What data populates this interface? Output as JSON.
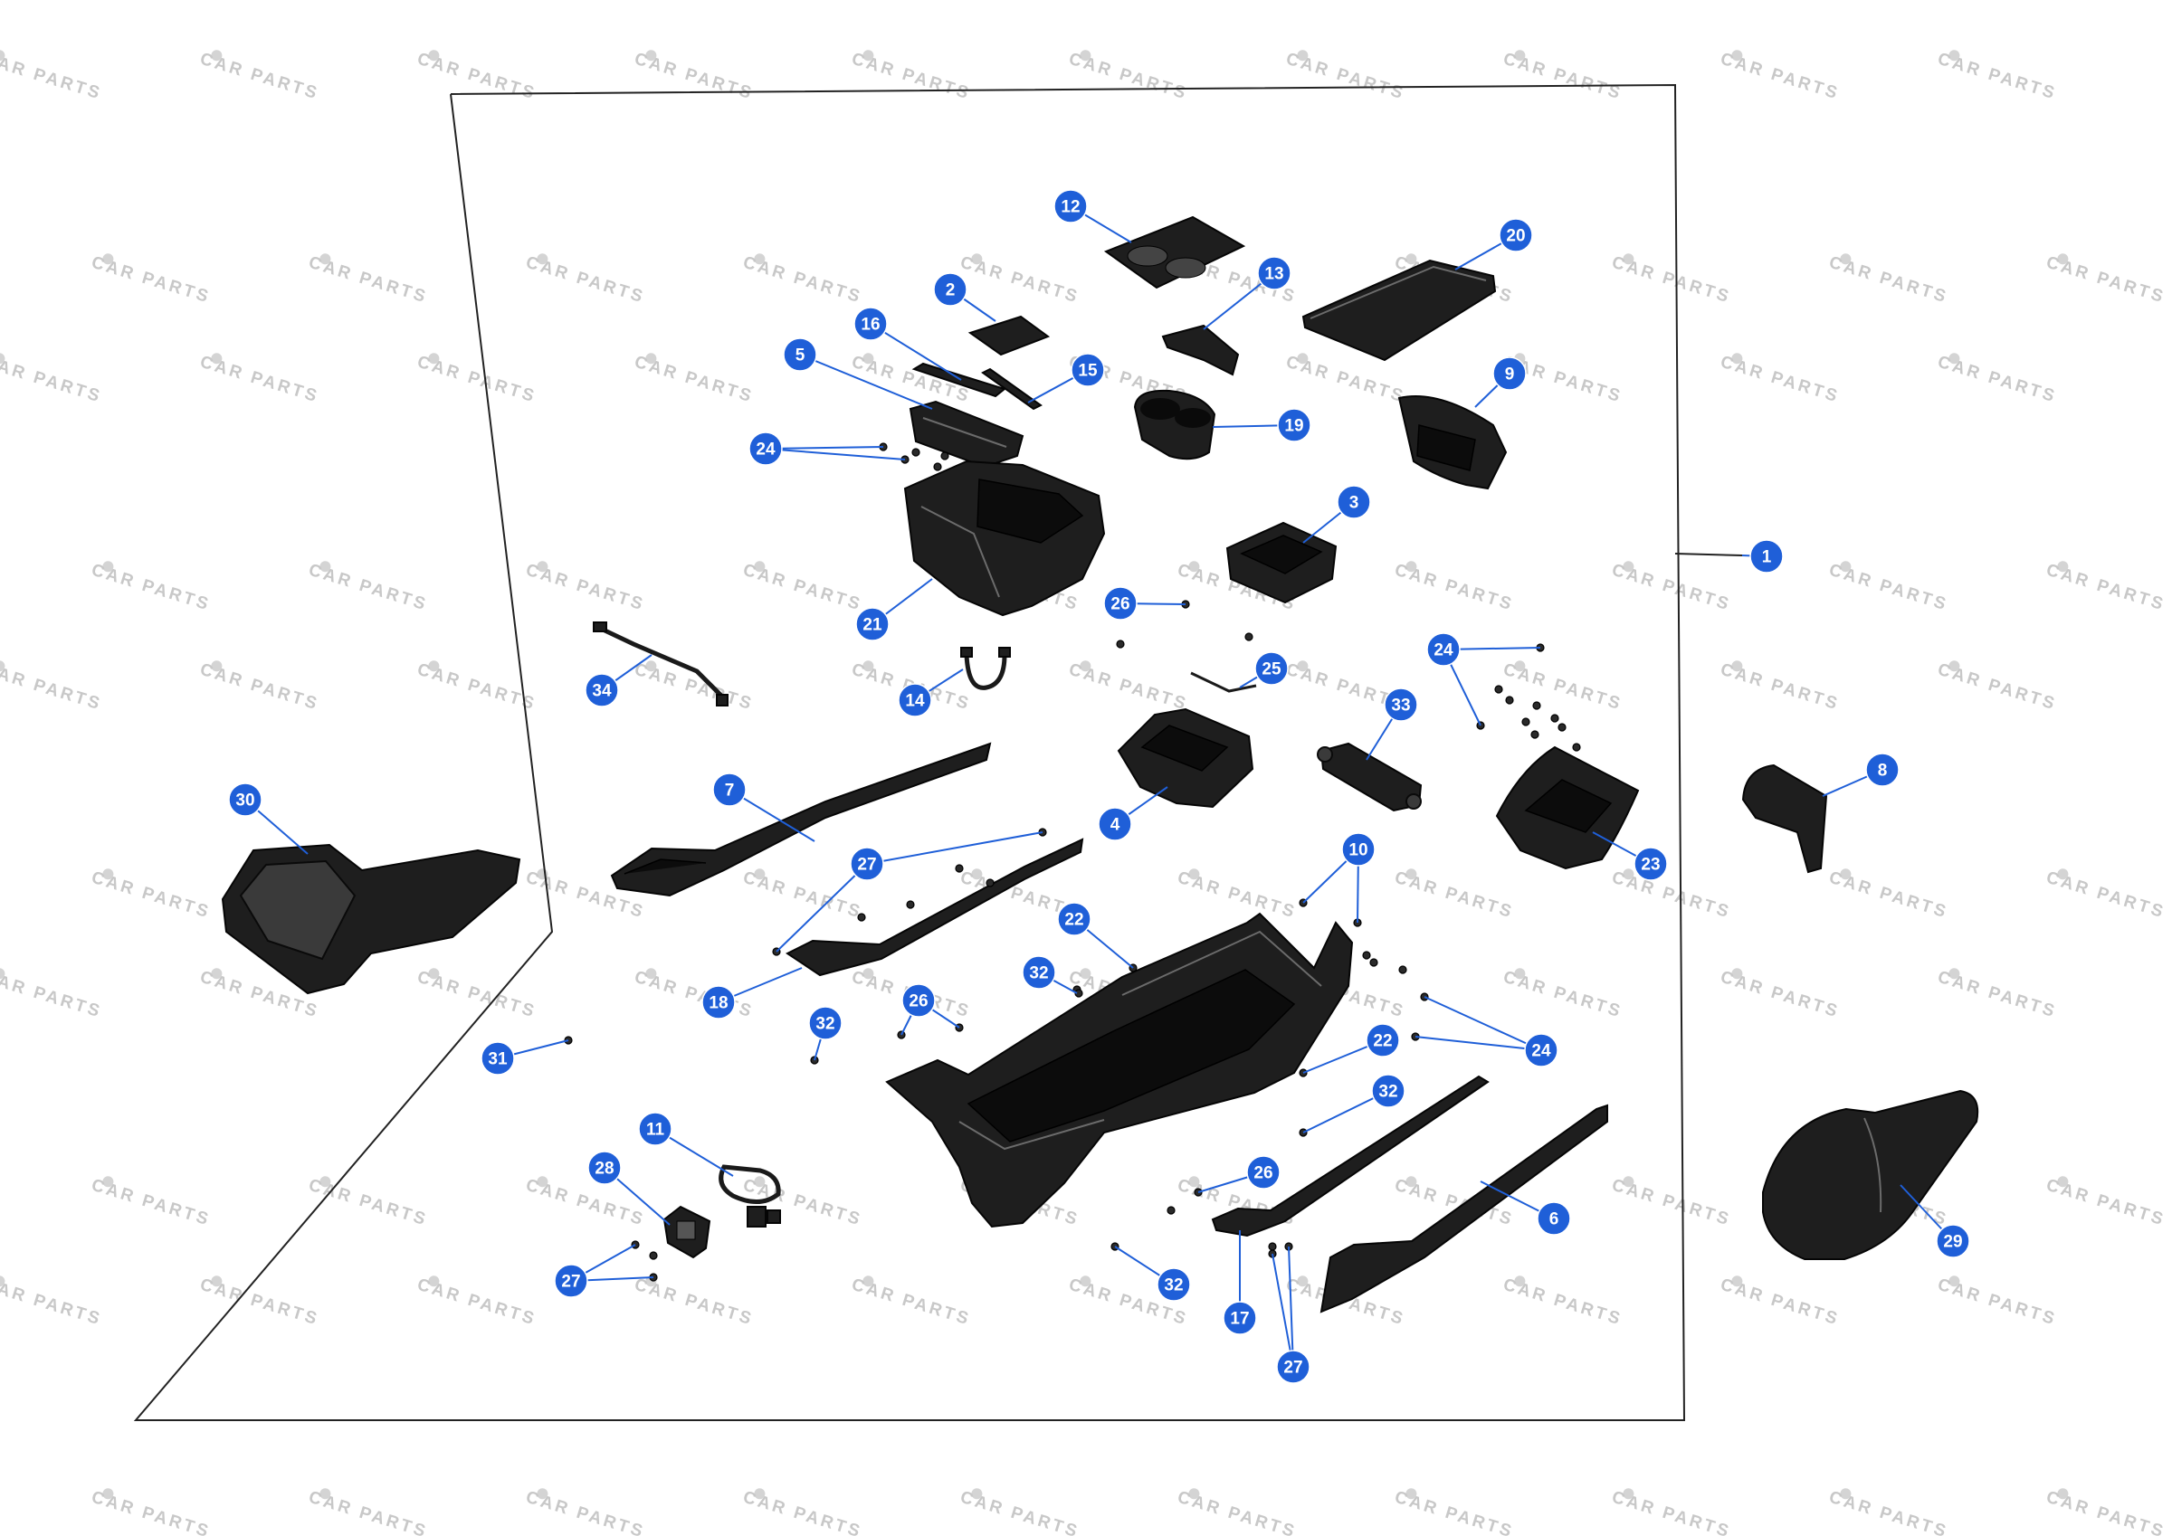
{
  "watermark": {
    "text": "CAR PARTS",
    "color": "#c8c8c8"
  },
  "colors": {
    "callout_fill": "#1f5fd8",
    "callout_text": "#ffffff",
    "leader_line": "#1f5fd8",
    "frame_line": "#222222",
    "part_fill": "#1e1e1e"
  },
  "callouts": [
    {
      "id": "c1",
      "label": "1"
    },
    {
      "id": "c2",
      "label": "2"
    },
    {
      "id": "c3",
      "label": "3"
    },
    {
      "id": "c4",
      "label": "4"
    },
    {
      "id": "c5",
      "label": "5"
    },
    {
      "id": "c6",
      "label": "6"
    },
    {
      "id": "c7",
      "label": "7"
    },
    {
      "id": "c8",
      "label": "8"
    },
    {
      "id": "c9",
      "label": "9"
    },
    {
      "id": "c10",
      "label": "10"
    },
    {
      "id": "c11",
      "label": "11"
    },
    {
      "id": "c12",
      "label": "12"
    },
    {
      "id": "c13",
      "label": "13"
    },
    {
      "id": "c14",
      "label": "14"
    },
    {
      "id": "c15",
      "label": "15"
    },
    {
      "id": "c16",
      "label": "16"
    },
    {
      "id": "c17",
      "label": "17"
    },
    {
      "id": "c18",
      "label": "18"
    },
    {
      "id": "c19",
      "label": "19"
    },
    {
      "id": "c20",
      "label": "20"
    },
    {
      "id": "c21",
      "label": "21"
    },
    {
      "id": "c22a",
      "label": "22"
    },
    {
      "id": "c22b",
      "label": "22"
    },
    {
      "id": "c23",
      "label": "23"
    },
    {
      "id": "c24a",
      "label": "24"
    },
    {
      "id": "c24b",
      "label": "24"
    },
    {
      "id": "c24c",
      "label": "24"
    },
    {
      "id": "c25",
      "label": "25"
    },
    {
      "id": "c26a",
      "label": "26"
    },
    {
      "id": "c26b",
      "label": "26"
    },
    {
      "id": "c26c",
      "label": "26"
    },
    {
      "id": "c27a",
      "label": "27"
    },
    {
      "id": "c27b",
      "label": "27"
    },
    {
      "id": "c27c",
      "label": "27"
    },
    {
      "id": "c28",
      "label": "28"
    },
    {
      "id": "c29",
      "label": "29"
    },
    {
      "id": "c30",
      "label": "30"
    },
    {
      "id": "c31",
      "label": "31"
    },
    {
      "id": "c32a",
      "label": "32"
    },
    {
      "id": "c32b",
      "label": "32"
    },
    {
      "id": "c32c",
      "label": "32"
    },
    {
      "id": "c32d",
      "label": "32"
    },
    {
      "id": "c33",
      "label": "33"
    },
    {
      "id": "c34",
      "label": "34"
    }
  ]
}
